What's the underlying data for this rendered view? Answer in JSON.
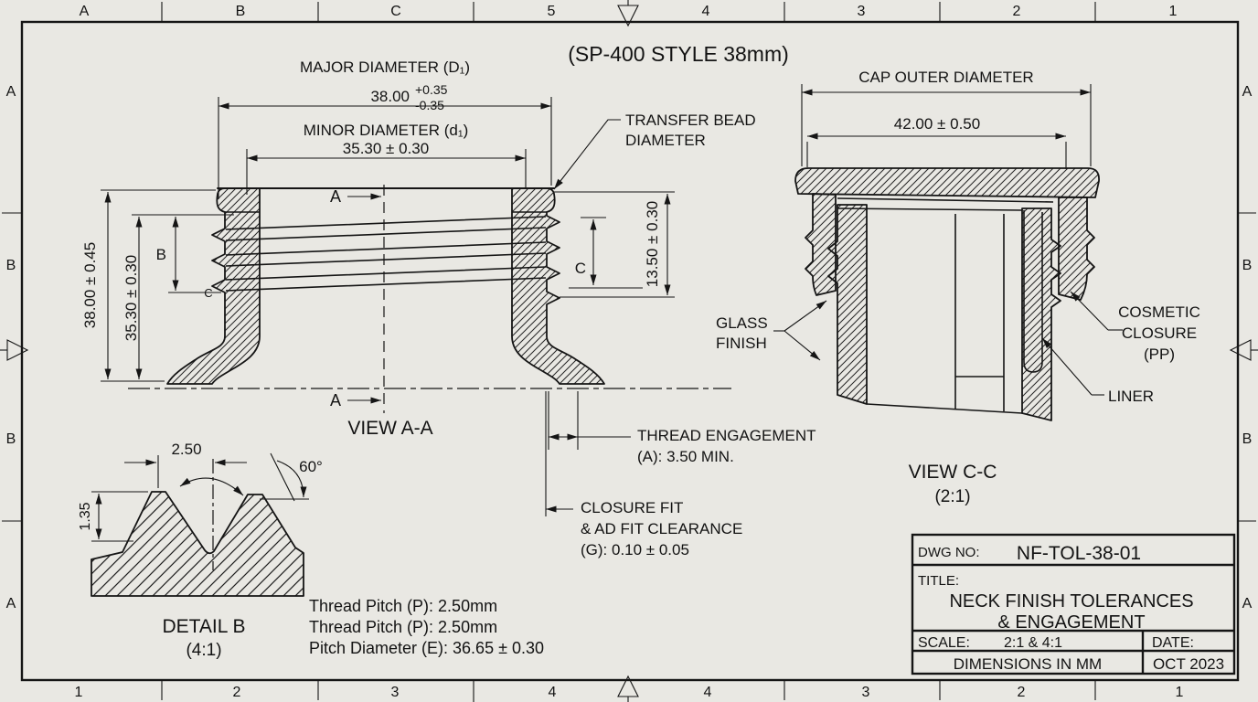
{
  "drawing": {
    "sheet_title": "(SP-400 STYLE 38mm)",
    "border": {
      "top": [
        "A",
        "B",
        "C",
        "5",
        "4",
        "3",
        "2",
        "1"
      ],
      "bottom": [
        "1",
        "2",
        "3",
        "4",
        "4",
        "3",
        "2",
        "1"
      ],
      "left": [
        "A",
        "B",
        "B",
        "A"
      ],
      "right": [
        "A",
        "B",
        "B",
        "A"
      ]
    },
    "view_aa": {
      "name": "VIEW A-A",
      "section_letter": "A",
      "major": {
        "label": "MAJOR DIAMETER (D₁)",
        "value": "38.00",
        "tol_plus": "+0.35",
        "tol_minus": "-0.35"
      },
      "minor": {
        "label": "MINOR DIAMETER (d₁)",
        "value": "35.30 ± 0.30"
      },
      "height_dim": "38.00 ± 0.45",
      "t_dim": "35.30 ± 0.30",
      "b_label": "B",
      "c_small": "C",
      "c_label": "C",
      "thread_len_dim": "13.50 ± 0.30",
      "transfer_bead": [
        "TRANSFER BEAD",
        "DIAMETER"
      ],
      "thread_engagement": [
        "THREAD ENGAGEMENT",
        "(A): 3.50 MIN."
      ],
      "closure_fit": [
        "CLOSURE FIT",
        "& AD FIT CLEARANCE",
        "(G): 0.10 ± 0.05"
      ]
    },
    "view_cc": {
      "name": "VIEW C-C",
      "scale": "(2:1)",
      "cap_outer_label": "CAP OUTER DIAMETER",
      "cap_outer_value": "42.00 ± 0.50",
      "glass_finish": [
        "GLASS",
        "FINISH"
      ],
      "cosmetic_closure": [
        "COSMETIC",
        "CLOSURE",
        "(PP)"
      ],
      "liner": "LINER"
    },
    "detail_b": {
      "name": "DETAIL B",
      "scale": "(4:1)",
      "pitch": "2.50",
      "angle": "60°",
      "depth": "1.35"
    },
    "notes": [
      "Thread Pitch (P): 2.50mm",
      "Thread Pitch (P): 2.50mm",
      "Pitch Diameter (E): 36.65 ± 0.30"
    ],
    "title_block": {
      "dwg_no_label": "DWG NO:",
      "dwg_no": "NF-TOL-38-01",
      "title_label": "TITLE:",
      "title_line1": "NECK FINISH TOLERANCES",
      "title_line2": "& ENGAGEMENT",
      "scale_label": "SCALE:",
      "scale_value": "2:1 & 4:1",
      "date_label": "DATE:",
      "date_value": "OCT 2023",
      "units": "DIMENSIONS IN MM"
    }
  }
}
